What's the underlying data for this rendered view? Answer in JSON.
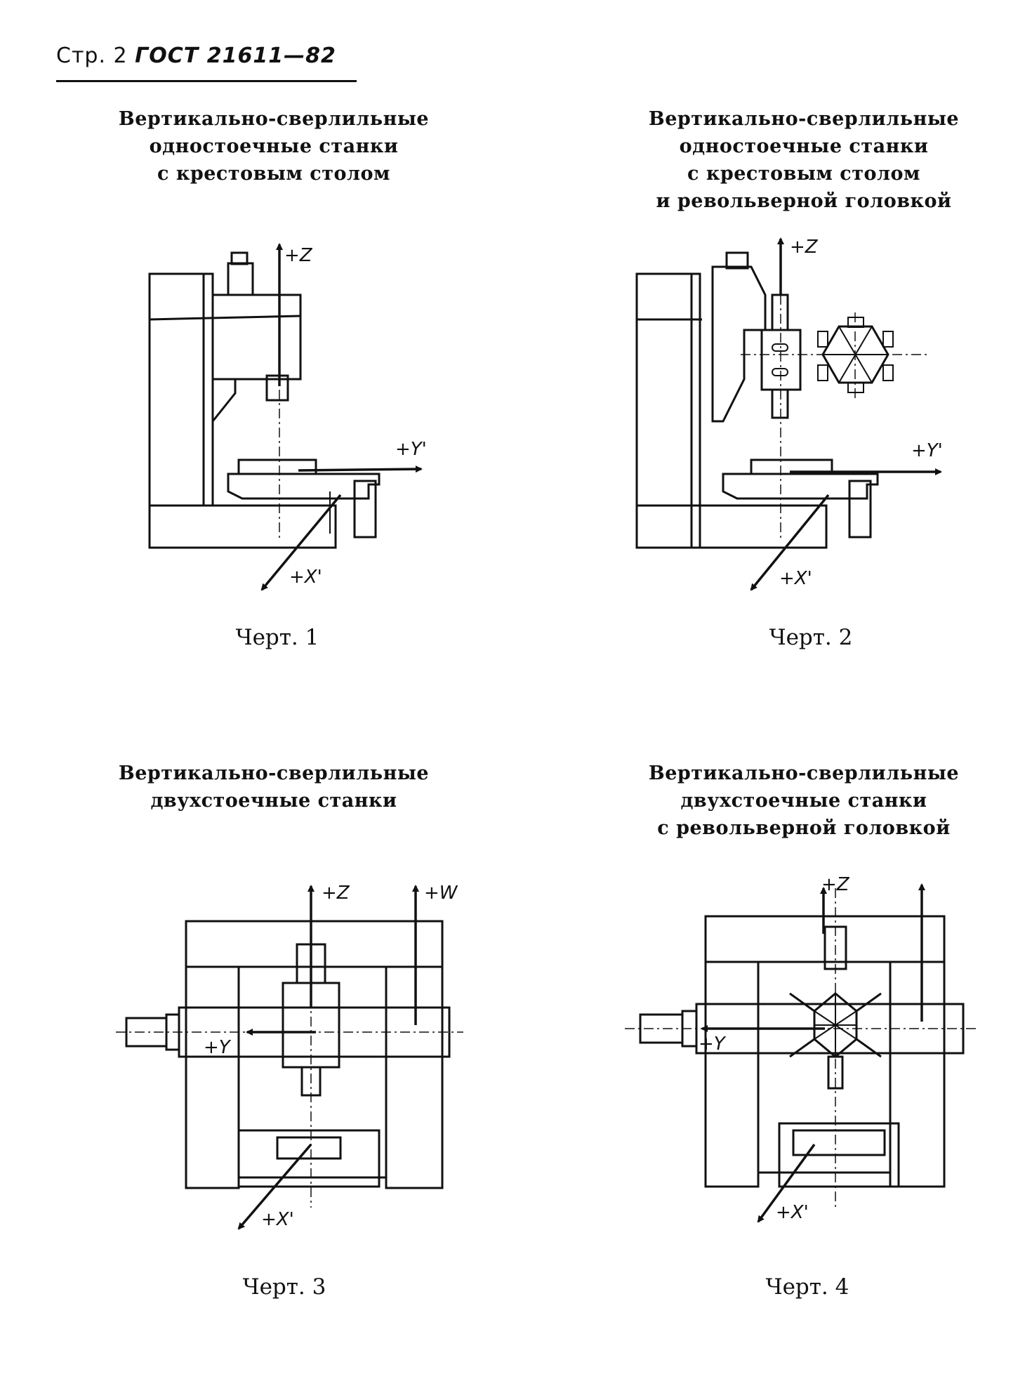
{
  "header": {
    "prefix": "Стр. 2",
    "standard": "ГОСТ 21611—82"
  },
  "figures": [
    {
      "caption": "Вертикально-сверлильные\nодностоечные станки\nс крестовым столом",
      "label": "Черт. 1",
      "axes": {
        "z": "+Z",
        "y": "+Y'",
        "x": "+X'"
      }
    },
    {
      "caption": "Вертикально-сверлильные\nодностоечные станки\nс крестовым столом\nи револьверной головкой",
      "label": "Черт. 2",
      "axes": {
        "z": "+Z",
        "y": "+Y'",
        "x": "+X'"
      }
    },
    {
      "caption": "Вертикально-сверлильные\nдвухстоечные станки",
      "label": "Черт. 3",
      "axes": {
        "z": "+Z",
        "w": "+W",
        "y": "+Y",
        "x": "+X'"
      }
    },
    {
      "caption": "Вертикально-сверлильные\nдвухстоечные станки\nс револьверной головкой",
      "label": "Черт. 4",
      "axes": {
        "z": "+Z",
        "y": "+Y",
        "x": "+X'"
      }
    }
  ]
}
